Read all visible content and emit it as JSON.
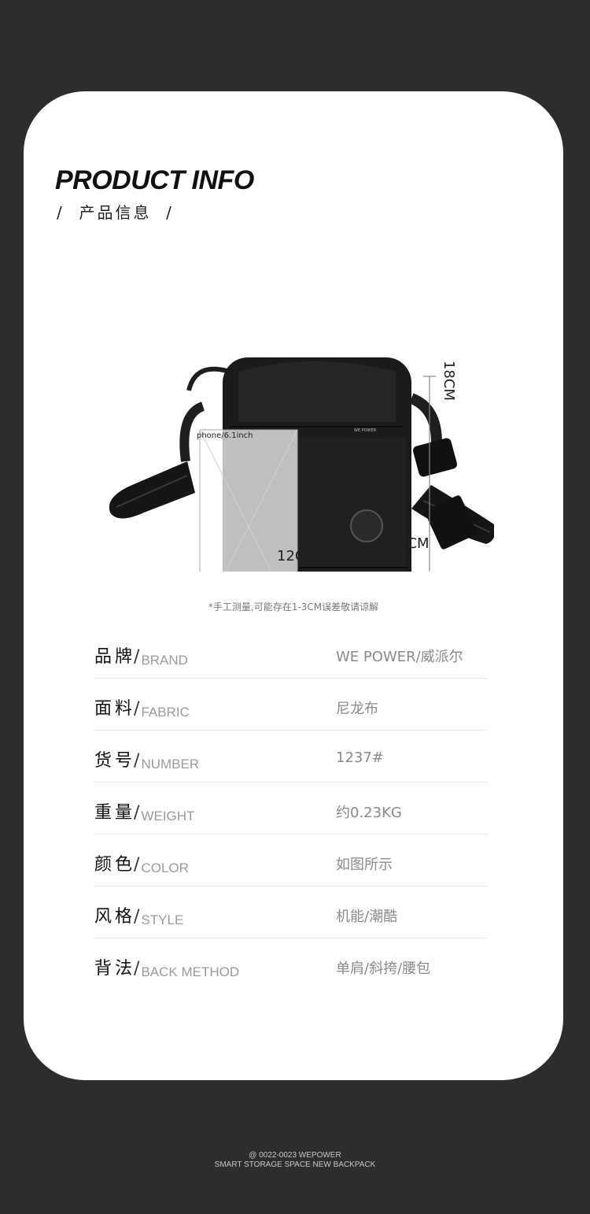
{
  "header": {
    "title": "PRODUCT INFO",
    "subtitle": "/  产品信息  /"
  },
  "dimensions": {
    "phone_label": "phone/6.1inch",
    "width_label": "12CM",
    "height_label": "18CM",
    "depth_label": "6CM",
    "logo_text": "WE POWER"
  },
  "note": "*手工测量,可能存在1-3CM误差敬请谅解",
  "specs": [
    {
      "zh": "品牌",
      "en": "BRAND",
      "value": "WE POWER/威派尔"
    },
    {
      "zh": "面料",
      "en": "FABRIC",
      "value": "尼龙布"
    },
    {
      "zh": "货号",
      "en": "NUMBER",
      "value": "1237#"
    },
    {
      "zh": "重量",
      "en": "WEIGHT",
      "value": "约0.23KG"
    },
    {
      "zh": "颜色",
      "en": "COLOR",
      "value": "如图所示"
    },
    {
      "zh": "风格",
      "en": "STYLE",
      "value": "机能/潮酷"
    },
    {
      "zh": "背法",
      "en": "BACK METHOD",
      "value": "单肩/斜挎/腰包"
    }
  ],
  "footer": {
    "line1": "@ 0022-0023 WEPOWER",
    "line2": "SMART STORAGE SPACE NEW BACKPACK"
  },
  "colors": {
    "background": "#2d2d2d",
    "card": "#ffffff",
    "bag": "#1b1b1b"
  }
}
